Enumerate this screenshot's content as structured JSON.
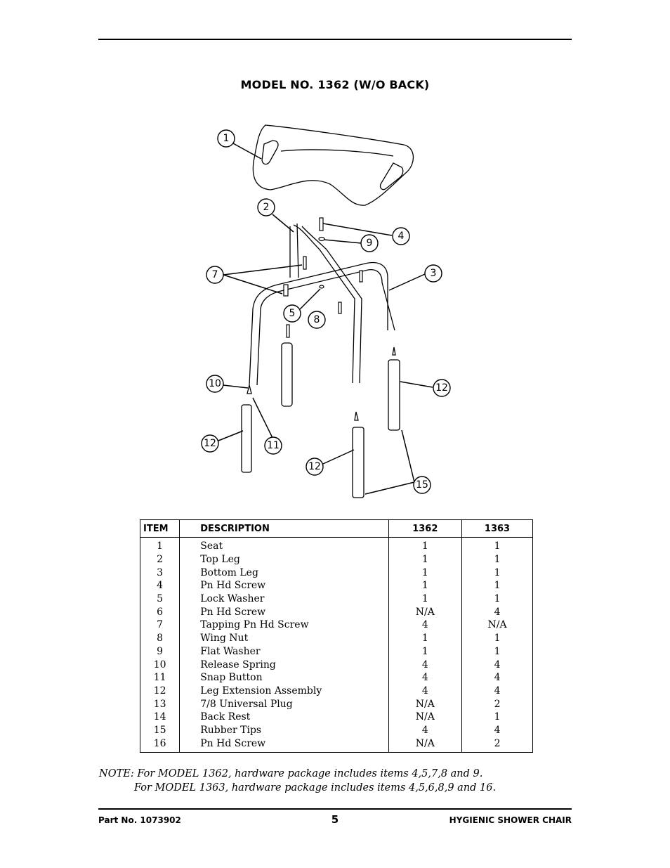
{
  "title": "MODEL NO.  1362 (W/O BACK)",
  "callouts": [
    "1",
    "2",
    "4",
    "9",
    "7",
    "3",
    "5",
    "8",
    "10",
    "12",
    "12",
    "11",
    "12",
    "15"
  ],
  "table": {
    "headers": [
      "ITEM",
      "DESCRIPTION",
      "1362",
      "1363"
    ],
    "rows": [
      [
        "1",
        "Seat",
        "1",
        "1"
      ],
      [
        "2",
        "Top Leg",
        "1",
        "1"
      ],
      [
        "3",
        "Bottom Leg",
        "1",
        "1"
      ],
      [
        "4",
        "Pn Hd Screw",
        "1",
        "1"
      ],
      [
        "5",
        "Lock Washer",
        "1",
        "1"
      ],
      [
        "6",
        "Pn Hd Screw",
        "N/A",
        "4"
      ],
      [
        "7",
        "Tapping Pn Hd Screw",
        "4",
        "N/A"
      ],
      [
        "8",
        "Wing Nut",
        "1",
        "1"
      ],
      [
        "9",
        "Flat Washer",
        "1",
        "1"
      ],
      [
        "10",
        "Release  Spring",
        "4",
        "4"
      ],
      [
        "11",
        "Snap Button",
        "4",
        "4"
      ],
      [
        "12",
        "Leg Extension Assembly",
        "4",
        "4"
      ],
      [
        "13",
        "7/8 Universal Plug",
        "N/A",
        "2"
      ],
      [
        "14",
        "Back Rest",
        "N/A",
        "1"
      ],
      [
        "15",
        "Rubber  Tips",
        "4",
        "4"
      ],
      [
        "16",
        "Pn Hd Screw",
        "N/A",
        "2"
      ]
    ]
  },
  "note": {
    "line1": "NOTE: For MODEL 1362, hardware package includes items 4,5,7,8 and 9.",
    "line2": "For MODEL 1363, hardware package includes items 4,5,6,8,9 and 16."
  },
  "footer": {
    "part_no": "Part No. 1073902",
    "page": "5",
    "product": "HYGIENIC SHOWER CHAIR"
  }
}
